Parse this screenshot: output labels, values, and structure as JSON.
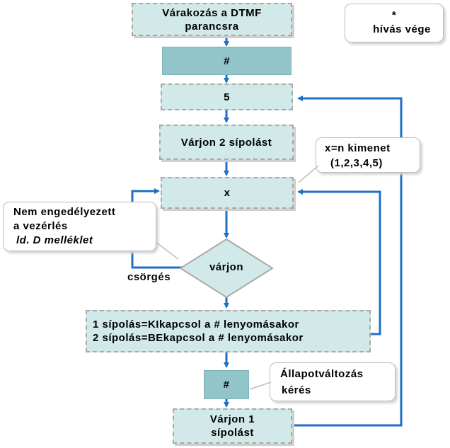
{
  "nodes": {
    "wait_dtmf": [
      "Várakozás a DTMF",
      "parancsra"
    ],
    "hash_top": "#",
    "five": "5",
    "wait_two_beeps": "Várjon 2 sípolást",
    "x": "x",
    "wait_decision": "várjon",
    "beep_rules": [
      "1 sípolás=KIkapcsol a # lenyomásakor",
      "2 sípolás=BEkapcsol a # lenyomásakor"
    ],
    "hash_bottom": "#",
    "wait_one_beep": [
      "Várjon 1",
      "sípolást"
    ]
  },
  "notes": {
    "star": [
      "*",
      "hívás vége"
    ],
    "output": [
      "x=n kimenet",
      "(1,2,3,4,5)"
    ],
    "not_permitted": [
      "Nem engedélyezett",
      "a vezérlés",
      "ld. D melléklet"
    ],
    "state_change": [
      "Állapotváltozás",
      "kérés"
    ]
  },
  "labels": {
    "ringing": "csörgés"
  },
  "colors": {
    "arrow": "#1f6fc5",
    "light_box": "#d2e9ea",
    "dark_box": "#92c5c9"
  }
}
